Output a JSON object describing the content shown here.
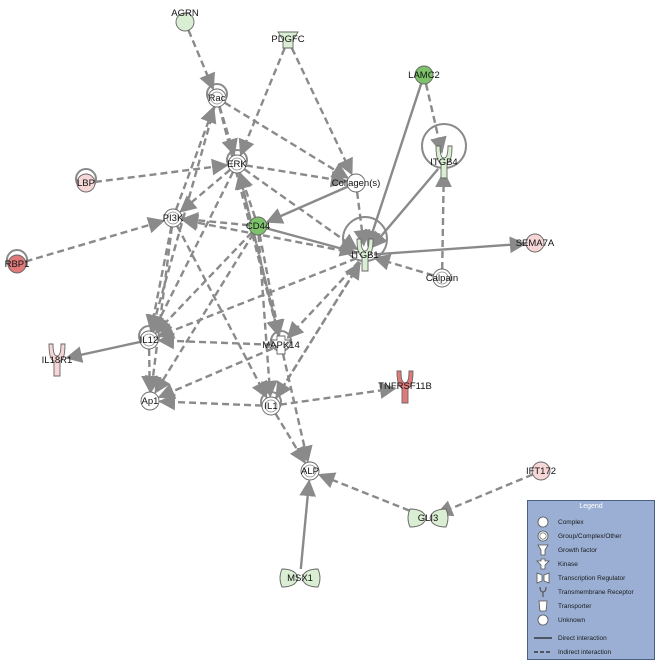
{
  "nodes": {
    "agrn": "AGRN",
    "pdgfc": "PDGFC",
    "lamc2": "LAMC2",
    "rac": "Rac",
    "erk": "ERK",
    "lbp": "LBP",
    "collagen": "Collagen(s)",
    "itgb4": "ITGB4",
    "pi3k": "PI3K",
    "cd44": "CD44",
    "itgb1": "ITGB1",
    "sema7a": "SEMA7A",
    "rbp1": "RBP1",
    "calpain": "Calpain",
    "il12": "IL12",
    "mapk14": "MAPK14",
    "il18r1": "IL18R1",
    "tnfrsf11b": "TNFRSF11B",
    "ap1": "Ap1",
    "il1": "IL1",
    "alp": "ALP",
    "ift172": "IFT172",
    "gli3": "GLI3",
    "msx1": "MSX1"
  },
  "colors": {
    "edge": "#8a8a8a",
    "up_strong": "#e07a7a",
    "up_light": "#f6d6d6",
    "down_strong": "#7ec36b",
    "down_light": "#d9eed2",
    "neutral": "#ffffff",
    "legend_bg": "#9aafd3"
  },
  "legend": {
    "title": "Legend",
    "items": [
      {
        "icon": "complex-icon",
        "label": "Complex"
      },
      {
        "icon": "group-icon",
        "label": "Group/Complex/Other"
      },
      {
        "icon": "growth-factor-icon",
        "label": "Growth factor"
      },
      {
        "icon": "kinase-icon",
        "label": "Kinase"
      },
      {
        "icon": "transcription-regulator-icon",
        "label": "Transcription Regulator"
      },
      {
        "icon": "transmembrane-receptor-icon",
        "label": "Transmembrane Receptor"
      },
      {
        "icon": "transporter-icon",
        "label": "Transporter"
      },
      {
        "icon": "unknown-icon",
        "label": "Unknown"
      },
      {
        "icon": "direct-line-icon",
        "label": "Direct interaction"
      },
      {
        "icon": "indirect-line-icon",
        "label": "Indirect interaction"
      }
    ]
  }
}
